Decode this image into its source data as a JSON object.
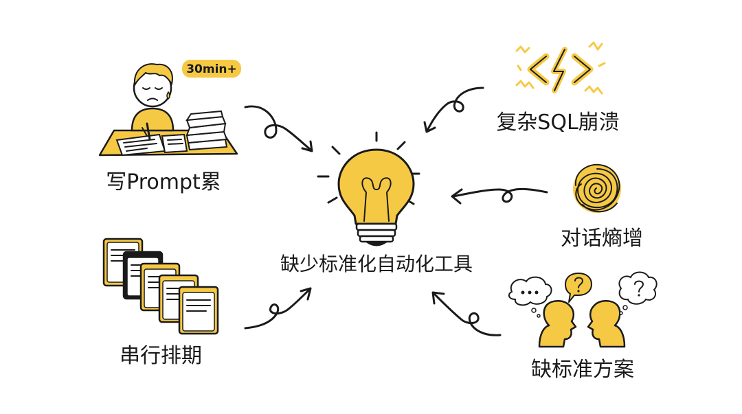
{
  "center": {
    "label": "缺少标准化自动化工具",
    "icon": "lightbulb-icon"
  },
  "nodes": {
    "prompt": {
      "label": "写Prompt累",
      "badge": "30min+",
      "icon": "tired-person-writing-icon"
    },
    "serial": {
      "label": "串行排期",
      "icon": "stacked-documents-icon"
    },
    "sql": {
      "label": "复杂SQL崩溃",
      "icon": "broken-code-icon"
    },
    "entropy": {
      "label": "对话熵增",
      "icon": "tangled-scribble-icon"
    },
    "standard": {
      "label": "缺标准方案",
      "icon": "confused-heads-icon"
    }
  },
  "colors": {
    "accent": "#f6c945",
    "ink": "#1a1a1a",
    "background": "#ffffff"
  }
}
